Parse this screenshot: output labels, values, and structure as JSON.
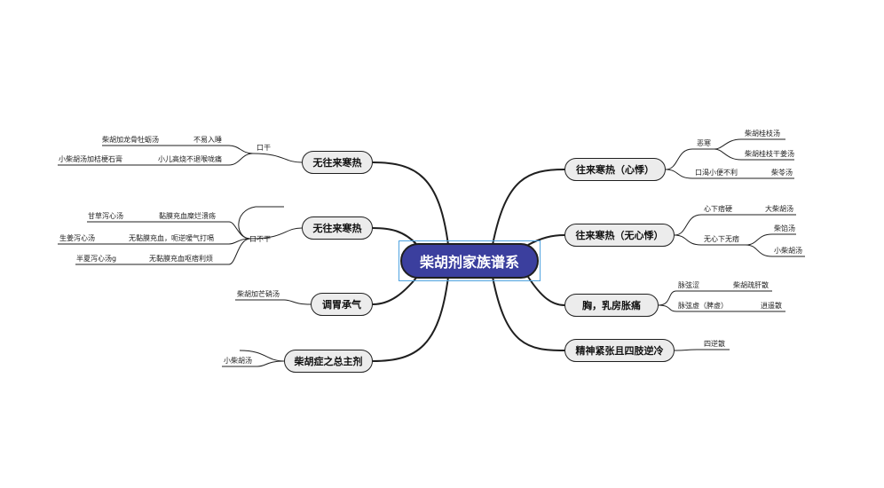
{
  "title": "柴胡剂家族谱系",
  "colors": {
    "center_fill": "#3b3f9e",
    "node_fill": "#ececec",
    "line": "#1f1f1f",
    "selection": "#4fa3e0"
  },
  "left": {
    "b1": {
      "label": "无往来寒热",
      "sub": "口干",
      "items": [
        {
          "cond": "不易入睡",
          "formula": "柴胡加龙骨牡蛎汤"
        },
        {
          "cond": "小儿高烧不退喉咙痛",
          "formula": "小柴胡汤加桔梗石膏"
        }
      ]
    },
    "b2": {
      "label": "无往来寒热",
      "sub": "口不干",
      "items": [
        {
          "cond": "黏膜充血糜烂溃疡",
          "formula": "甘草泻心汤"
        },
        {
          "cond": "无黏膜充血，呃逆嗳气打嗝",
          "formula": "生姜泻心汤"
        },
        {
          "cond": "无黏膜充血呕痞利烦",
          "formula": "半夏泻心汤g"
        }
      ]
    },
    "b3": {
      "label": "调胃承气",
      "formula": "柴胡加芒硝汤"
    },
    "b4": {
      "label": "柴胡症之总主剂",
      "formula": "小柴胡汤"
    }
  },
  "right": {
    "r1": {
      "label": "往来寒热（心悸）",
      "subs": [
        {
          "cond": "恶寒",
          "formulas": [
            "柴胡桂枝汤",
            "柴胡桂枝干姜汤"
          ]
        },
        {
          "cond": "口渴小便不利",
          "formulas": [
            "柴苓汤"
          ]
        }
      ]
    },
    "r2": {
      "label": "往来寒热（无心悸）",
      "subs": [
        {
          "cond": "心下痞硬",
          "formulas": [
            "大柴胡汤"
          ]
        },
        {
          "cond": "无心下无痞",
          "formulas": [
            "柴馅汤",
            "小柴胡汤"
          ]
        }
      ]
    },
    "r3": {
      "label": "胸，乳房胀痛",
      "subs": [
        {
          "cond": "脉弦涩",
          "formulas": [
            "柴胡疏肝散"
          ]
        },
        {
          "cond": "脉弦虚（脾虚）",
          "formulas": [
            "逍遥散"
          ]
        }
      ]
    },
    "r4": {
      "label": "精神紧张且四肢逆冷",
      "formula": "四逆散"
    }
  }
}
